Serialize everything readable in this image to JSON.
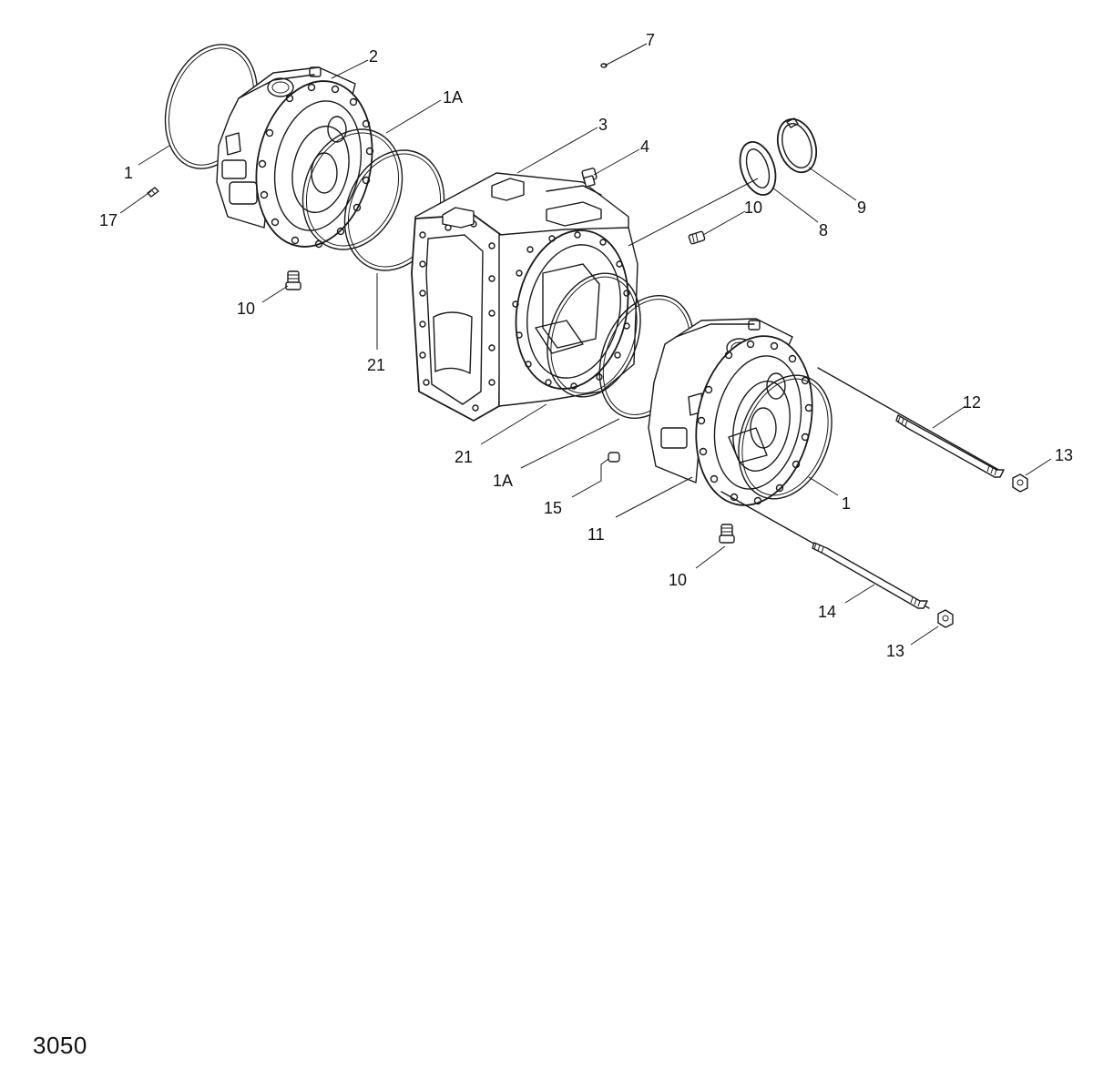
{
  "drawing_code": "3050",
  "callouts": [
    {
      "id": "c-1-top",
      "text": "1"
    },
    {
      "id": "c-2",
      "text": "2"
    },
    {
      "id": "c-1a-top",
      "text": "1A"
    },
    {
      "id": "c-7",
      "text": "7"
    },
    {
      "id": "c-3",
      "text": "3"
    },
    {
      "id": "c-4",
      "text": "4"
    },
    {
      "id": "c-17",
      "text": "17"
    },
    {
      "id": "c-10-left",
      "text": "10"
    },
    {
      "id": "c-21-top",
      "text": "21"
    },
    {
      "id": "c-10-mid",
      "text": "10"
    },
    {
      "id": "c-8",
      "text": "8"
    },
    {
      "id": "c-9",
      "text": "9"
    },
    {
      "id": "c-12",
      "text": "12"
    },
    {
      "id": "c-13-top",
      "text": "13"
    },
    {
      "id": "c-21-bottom",
      "text": "21"
    },
    {
      "id": "c-1a-bottom",
      "text": "1A"
    },
    {
      "id": "c-1-bottom",
      "text": "1"
    },
    {
      "id": "c-15",
      "text": "15"
    },
    {
      "id": "c-11",
      "text": "11"
    },
    {
      "id": "c-10-bottom",
      "text": "10"
    },
    {
      "id": "c-14",
      "text": "14"
    },
    {
      "id": "c-13-bottom",
      "text": "13"
    }
  ],
  "parts": [
    {
      "name": "left-housing",
      "shape": "housing"
    },
    {
      "name": "center-case",
      "shape": "case"
    },
    {
      "name": "right-housing",
      "shape": "housing"
    },
    {
      "name": "o-rings",
      "shape": "ring"
    },
    {
      "name": "studs",
      "shape": "stud"
    },
    {
      "name": "nuts",
      "shape": "nut"
    },
    {
      "name": "plugs",
      "shape": "plug"
    },
    {
      "name": "snap-ring",
      "shape": "ring"
    },
    {
      "name": "seal-ring",
      "shape": "ring"
    }
  ]
}
